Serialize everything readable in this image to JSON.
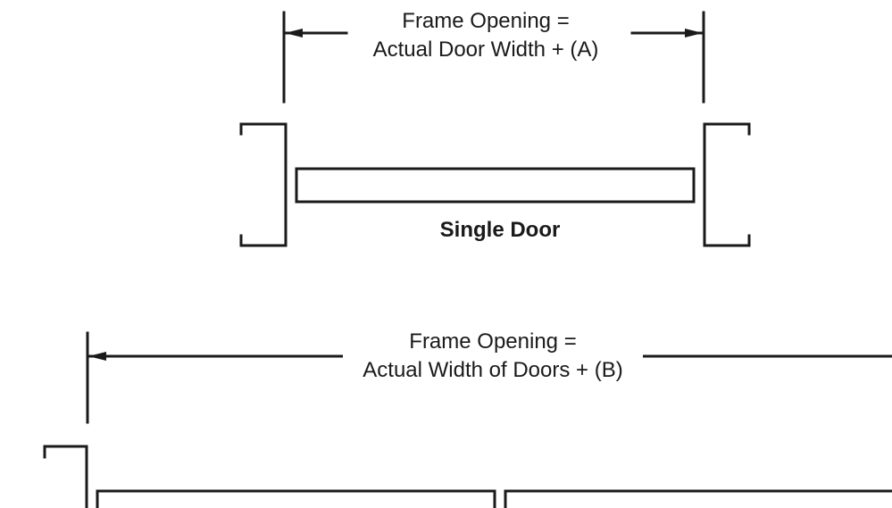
{
  "colors": {
    "line": "#1a1a1a",
    "background": "#ffffff"
  },
  "single": {
    "dimension_line1": "Frame Opening =",
    "dimension_line2": "Actual Door Width + (A)",
    "caption": "Single Door"
  },
  "pair": {
    "dimension_line1": "Frame Opening =",
    "dimension_line2": "Actual Width of Doors + (B)"
  }
}
